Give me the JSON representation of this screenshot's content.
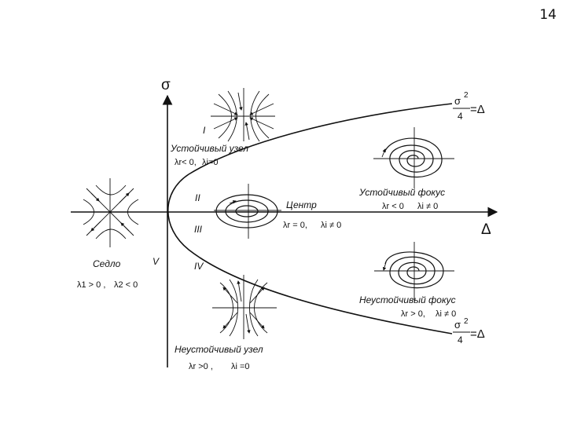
{
  "page": {
    "number": "14"
  },
  "axes": {
    "y_label": "σ",
    "x_label": "Δ"
  },
  "regions": {
    "r1": "I",
    "r2": "II",
    "r3": "III",
    "r4": "IV",
    "r5": "V"
  },
  "curve_labels": {
    "upper": {
      "num": "σ",
      "exp": "2",
      "den": "4",
      "rhs": "=Δ"
    },
    "lower": {
      "num": "σ",
      "exp": "2",
      "den": "4",
      "rhs": "=Δ"
    }
  },
  "stable_node": {
    "title": "Устойчивый узел",
    "cond1": "λr< 0,",
    "cond2": "λi=0"
  },
  "center": {
    "title": "Центр",
    "cond1": "λr = 0,",
    "cond2": "λi ≠ 0"
  },
  "stable_focus": {
    "title": "Устойчивый фокус",
    "cond1": "λr < 0",
    "cond2": "λi ≠ 0"
  },
  "saddle": {
    "title": "Седло",
    "cond1": "λ1 > 0 ,",
    "cond2": "λ2 < 0"
  },
  "unstable_focus": {
    "title": "Неустойчивый фокус",
    "cond1": "λr > 0,",
    "cond2": "λi ≠ 0"
  },
  "unstable_node": {
    "title": "Неустойчивый узел",
    "cond1": "λr >0 ,",
    "cond2": "λi =0"
  }
}
